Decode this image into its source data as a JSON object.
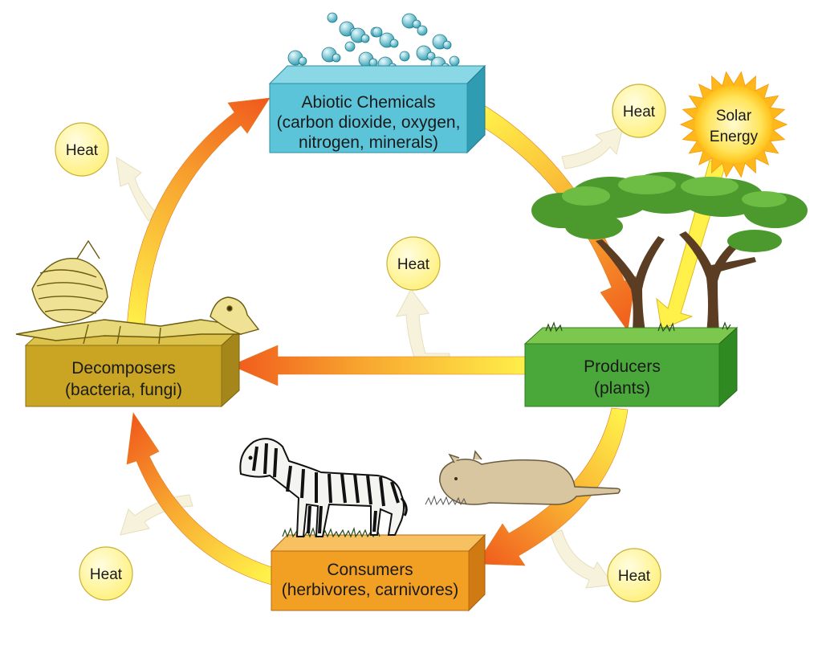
{
  "nodes": {
    "abiotic": {
      "line1": "Abiotic Chemicals",
      "line2": "(carbon dioxide, oxygen,",
      "line3": "nitrogen, minerals)",
      "color": "#5cc4d8"
    },
    "producers": {
      "line1": "Producers",
      "line2": "(plants)",
      "color": "#4aa83a"
    },
    "consumers": {
      "line1": "Consumers",
      "line2": "(herbivores, carnivores)",
      "color": "#f2a024"
    },
    "decomposers": {
      "line1": "Decomposers",
      "line2": "(bacteria, fungi)",
      "color": "#c9a523"
    }
  },
  "heat_label": "Heat",
  "solar": {
    "line1": "Solar",
    "line2": "Energy"
  },
  "colors": {
    "cycle_arrow_start": "#fff14a",
    "cycle_arrow_end": "#f05a1c",
    "heat_circle": "#fff38a",
    "heat_arrow": "#f6f2dc",
    "sun": "#ffd21c"
  }
}
